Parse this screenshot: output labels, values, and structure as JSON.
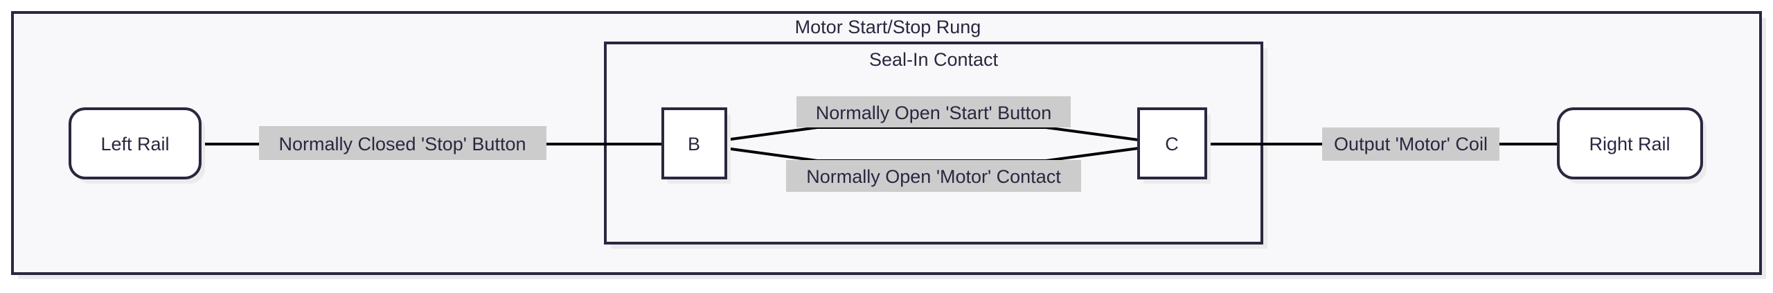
{
  "diagram": {
    "title": "Motor Start/Stop Rung",
    "subgraph_title": "Seal-In Contact",
    "nodes": {
      "left_rail": "Left Rail",
      "b": "B",
      "c": "C",
      "right_rail": "Right Rail"
    },
    "edges": {
      "stop": "Normally Closed 'Stop' Button",
      "start": "Normally Open 'Start' Button",
      "motor_contact": "Normally Open 'Motor' Contact",
      "coil": "Output 'Motor' Coil"
    },
    "colors": {
      "stroke": "#2a2740",
      "cluster_fill": "#f8f8fa",
      "label_bg": "#cccccc",
      "node_fill": "#ffffff"
    }
  }
}
